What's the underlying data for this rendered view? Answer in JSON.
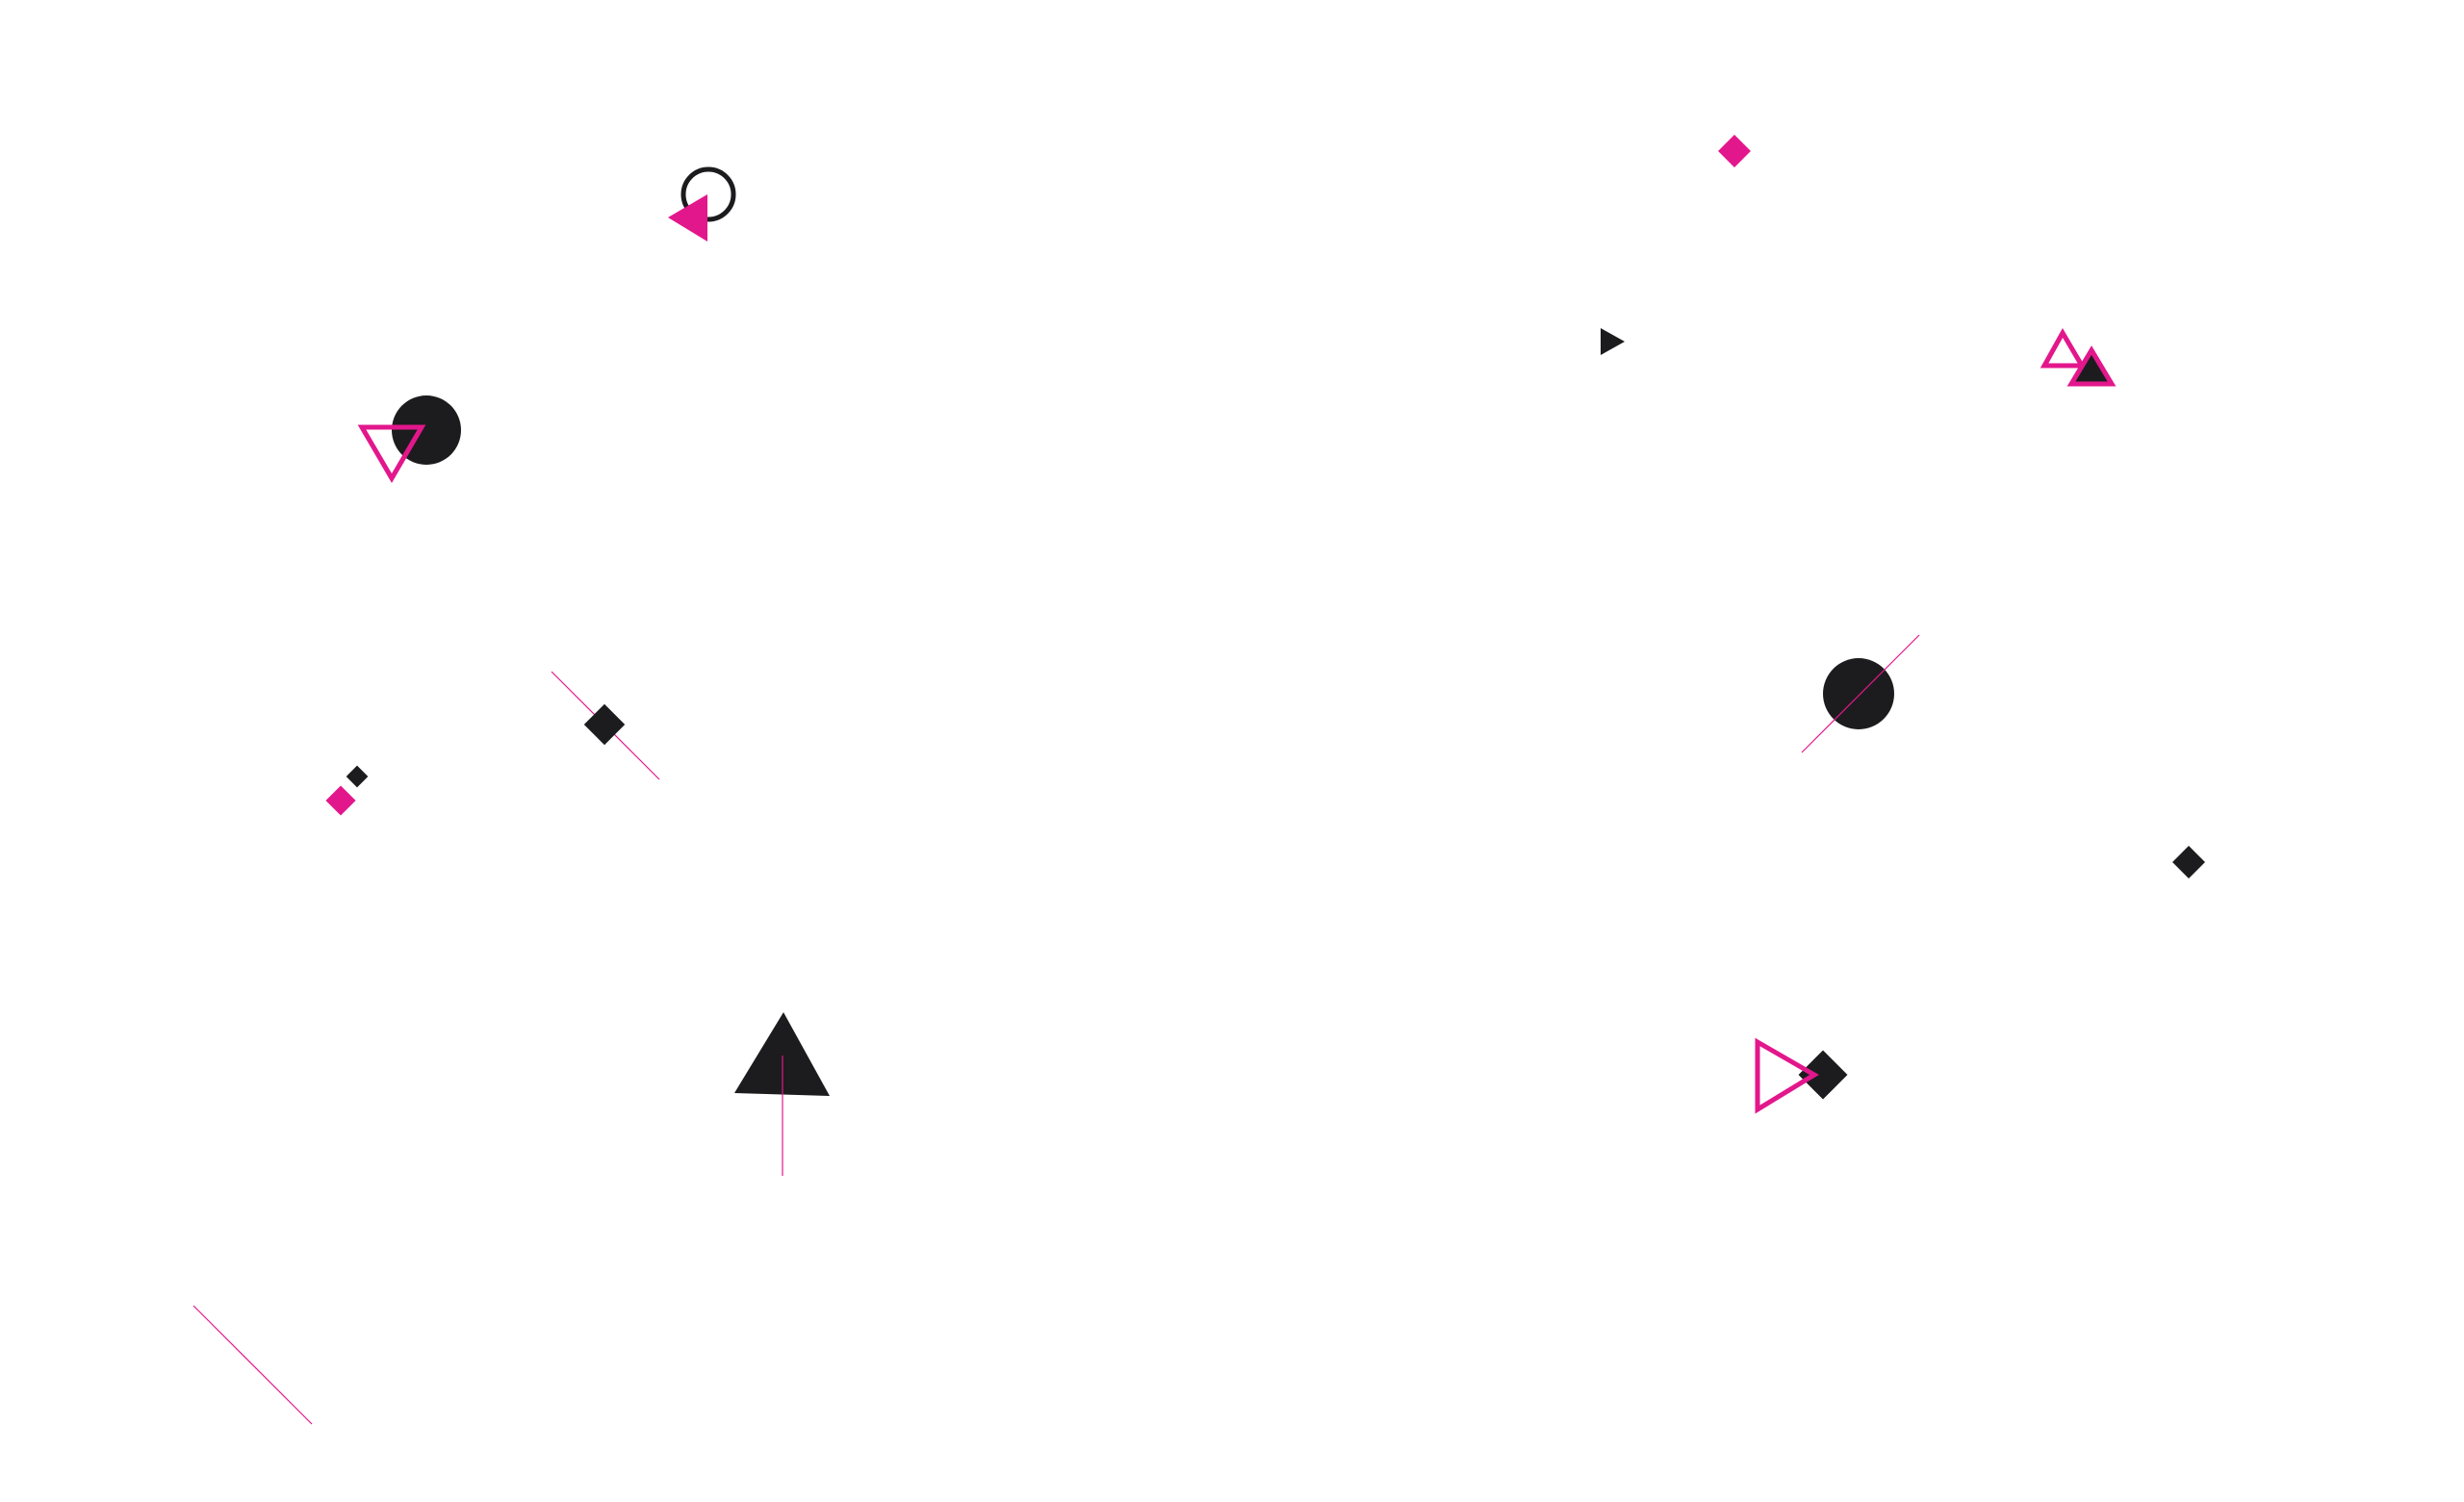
{
  "colors": {
    "background": "#ffffff",
    "dark": "#1c1c1e",
    "accent": "#e3178c"
  },
  "shapes": [
    {
      "kind": "circle-outline",
      "color": "dark"
    },
    {
      "kind": "triangle-filled",
      "color": "accent"
    },
    {
      "kind": "circle-filled",
      "color": "dark"
    },
    {
      "kind": "triangle-outline",
      "color": "accent"
    },
    {
      "kind": "diamond-filled",
      "color": "dark"
    },
    {
      "kind": "diamond-filled",
      "color": "accent"
    },
    {
      "kind": "line",
      "color": "accent"
    },
    {
      "kind": "triangle-filled",
      "color": "dark"
    },
    {
      "kind": "diamond-filled",
      "color": "accent"
    },
    {
      "kind": "triangle-filled",
      "color": "dark"
    },
    {
      "kind": "triangle-outline",
      "color": "accent"
    },
    {
      "kind": "triangle-filled",
      "color": "dark"
    },
    {
      "kind": "circle-filled",
      "color": "dark"
    },
    {
      "kind": "diamond-filled",
      "color": "dark"
    },
    {
      "kind": "triangle-outline",
      "color": "accent"
    }
  ]
}
